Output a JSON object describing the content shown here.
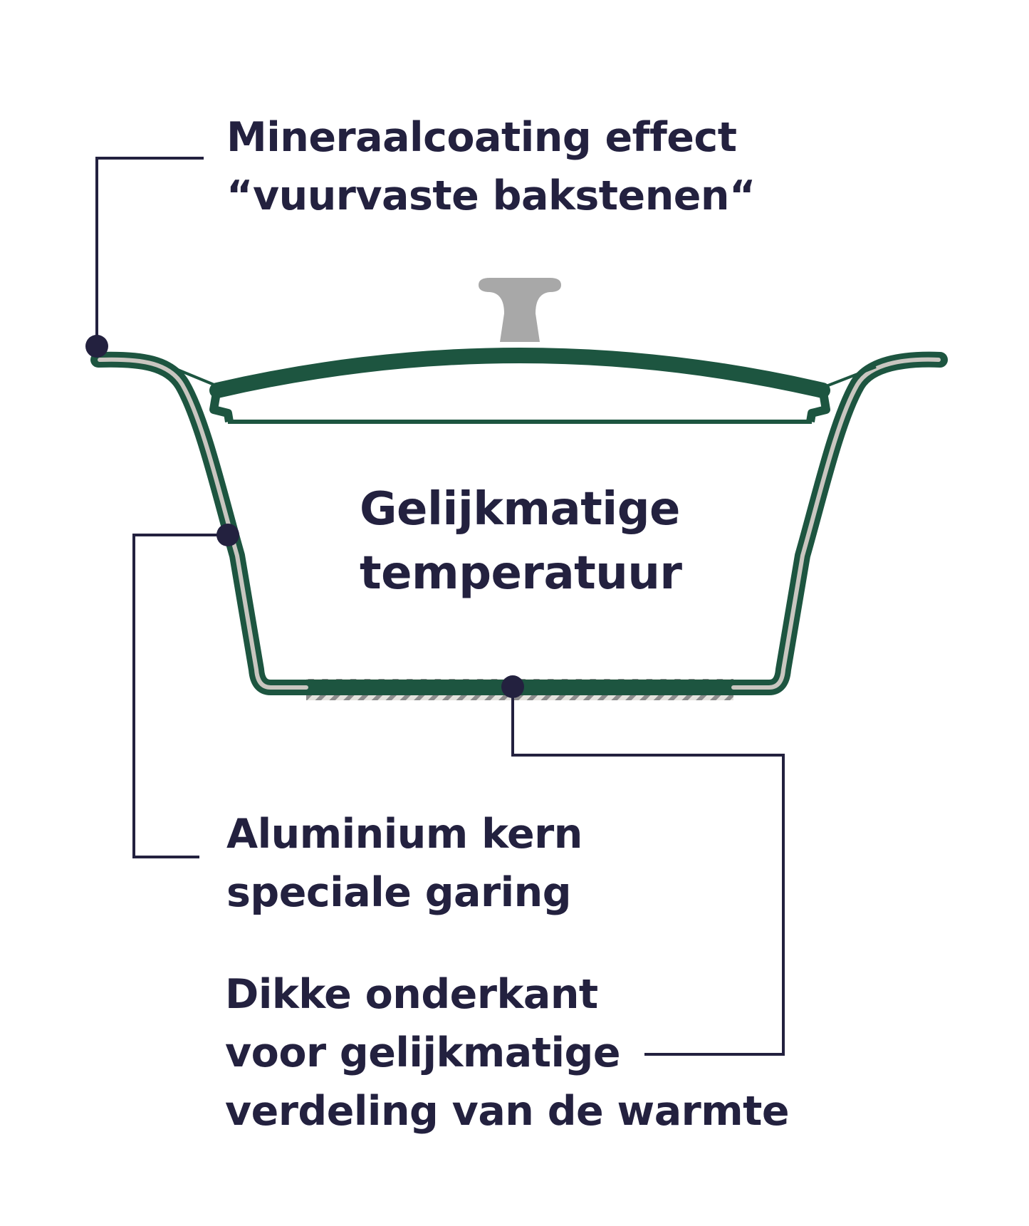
{
  "labels": {
    "coating": {
      "line1": "Mineraalcoating effect",
      "line2": "“vuurvaste bakstenen“"
    },
    "temperature": {
      "line1": "Gelijkmatige",
      "line2": "temperatuur"
    },
    "core": {
      "line1": "Aluminium kern",
      "line2": "speciale garing"
    },
    "bottom": {
      "line1": "Dikke onderkant",
      "line2": "voor gelijkmatige",
      "line3": "verdeling van de warmte"
    }
  },
  "colors": {
    "pot_outline": "#1d5540",
    "pot_inner_layer": "#c9c6c0",
    "lid_knob": "#a8a8a8",
    "callout": "#23213f",
    "text": "#23213f",
    "base_hatch": "#8c8c8c"
  }
}
